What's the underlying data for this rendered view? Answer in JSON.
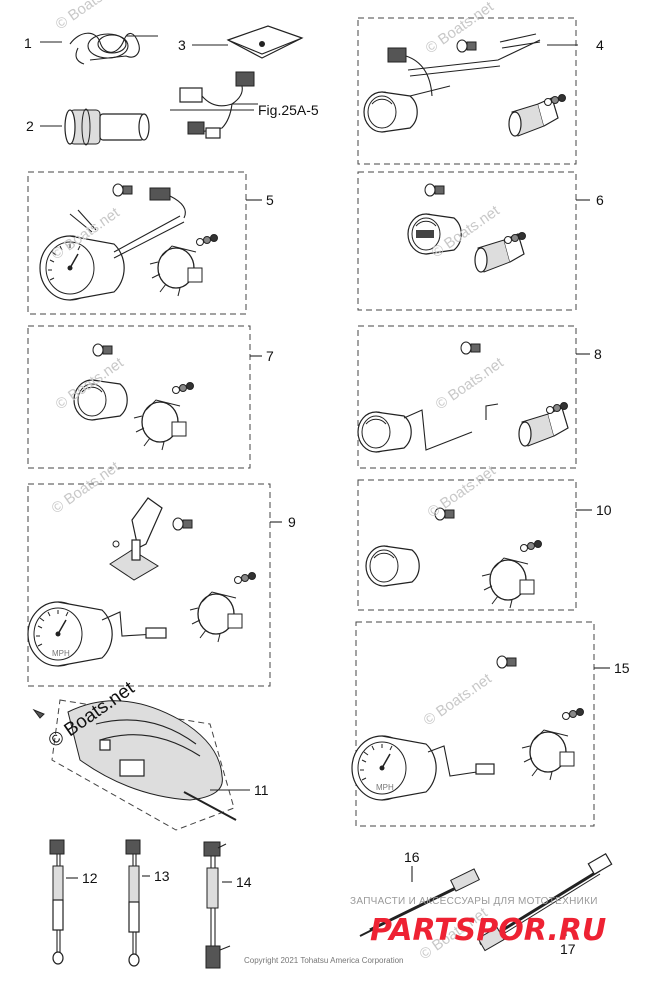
{
  "callouts": [
    "1",
    "2",
    "3",
    "4",
    "5",
    "6",
    "7",
    "8",
    "9",
    "10",
    "11",
    "12",
    "13",
    "14",
    "15",
    "16",
    "17"
  ],
  "fig_reference": "Fig.25A-5",
  "watermark": "© Boats.net",
  "watermark_large": "© Boats.net",
  "copyright": "Copyright 2021 Tohatsu America Corporation",
  "ru_watermark": {
    "subtitle": "ЗАПЧАСТИ И АКСЕССУАРЫ ДЛЯ МОТОТЕХНИКИ",
    "logo": "PARTSPOR.RU"
  },
  "gauge_text": {
    "unit": "MPH"
  }
}
